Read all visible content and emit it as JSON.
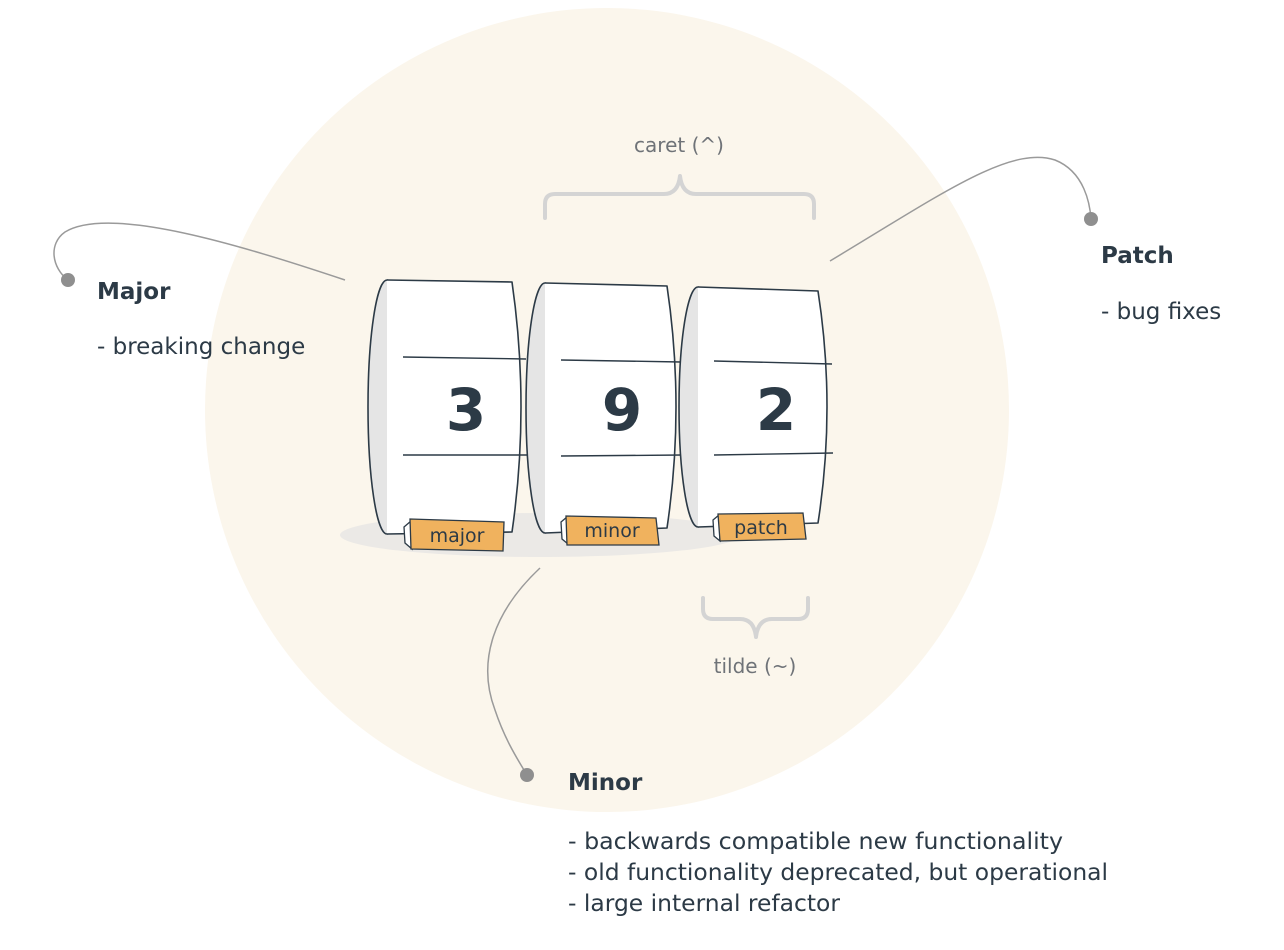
{
  "colors": {
    "background_circle": "#fbf6ec",
    "ink": "#2c3a46",
    "muted": "#6f7378",
    "tag": "#f0b25e",
    "bracket": "#d4d4d4",
    "connector": "#8f8f8f"
  },
  "ranges": {
    "caret_label": "caret (^)",
    "tilde_label": "tilde (~)"
  },
  "reels": [
    {
      "digit": "3",
      "tag": "major"
    },
    {
      "digit": "9",
      "tag": "minor"
    },
    {
      "digit": "2",
      "tag": "patch"
    }
  ],
  "callouts": {
    "major": {
      "title": "Major",
      "lines": [
        "- breaking change"
      ]
    },
    "minor": {
      "title": "Minor",
      "lines": [
        "- backwards compatible new functionality",
        "- old functionality deprecated, but operational",
        "- large internal refactor"
      ]
    },
    "patch": {
      "title": "Patch",
      "lines": [
        "- bug fixes"
      ]
    }
  }
}
